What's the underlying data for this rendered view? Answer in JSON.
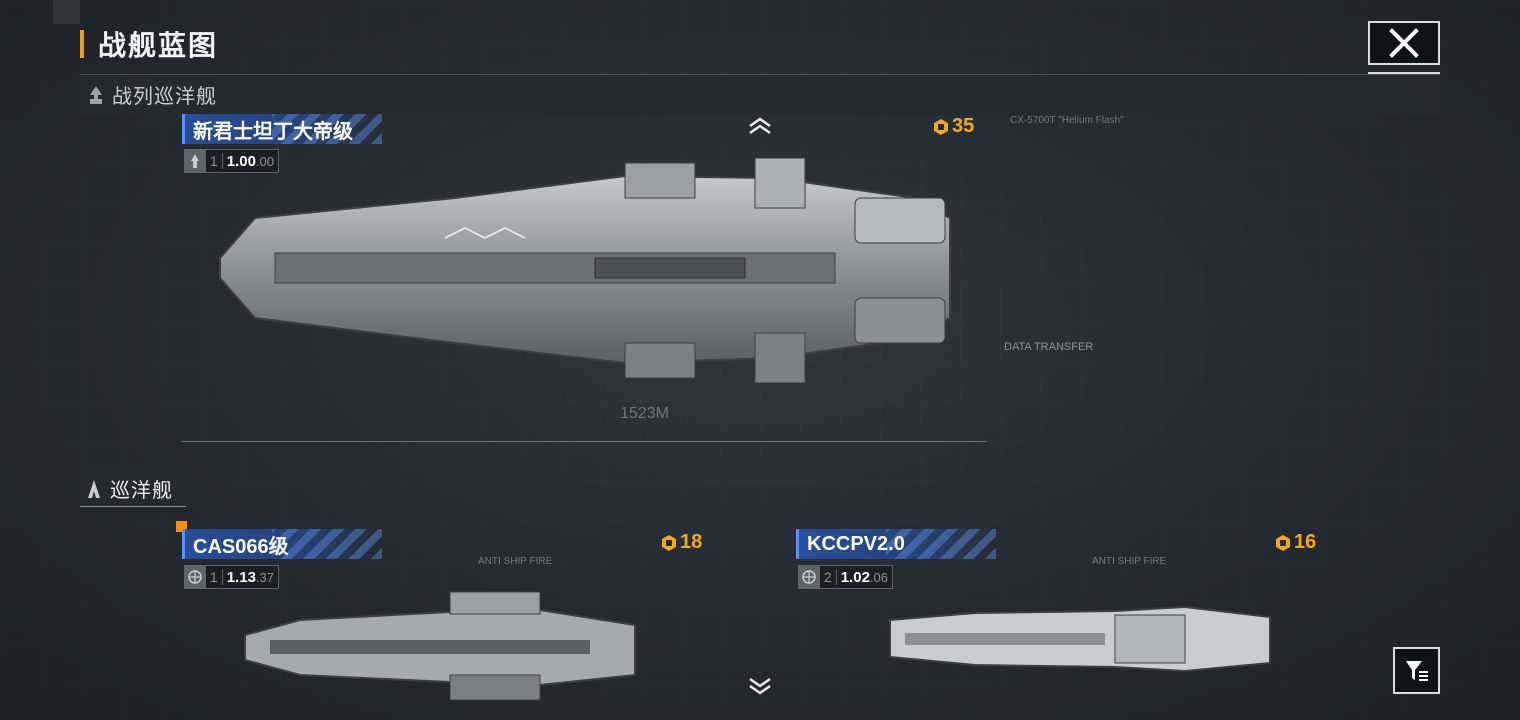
{
  "header": {
    "title": "战舰蓝图"
  },
  "sections": [
    {
      "label": "战列巡洋舰"
    },
    {
      "label": "巡洋舰"
    }
  ],
  "ships": [
    {
      "name": "新君士坦丁大帝级",
      "level": "1",
      "value_main": "1.00",
      "value_sub": ".00",
      "cost": "35",
      "length": "1523M",
      "code": "CX-5700T \"Helium Flash\""
    },
    {
      "name": "CAS066级",
      "level": "1",
      "value_main": "1.13",
      "value_sub": ".37",
      "cost": "18",
      "code": "ANTI SHIP FIRE"
    },
    {
      "name": "KCCPV2.0",
      "level": "2",
      "value_main": "1.02",
      "value_sub": ".06",
      "cost": "16",
      "code": "ANTI SHIP FIRE"
    }
  ],
  "blueprint": {
    "data_transfer": "DATA TRANSFER"
  },
  "icons": {
    "close": "close-icon",
    "filter": "filter-icon",
    "scroll_up": "chevron-up-icon",
    "scroll_down": "chevron-down-icon",
    "cost": "resource-icon",
    "class": "ship-class-icon"
  },
  "colors": {
    "accent": "#f0a020",
    "cost": "#f5a623",
    "tag": "#3a6ad0",
    "highlight": "#ff8a1a"
  }
}
